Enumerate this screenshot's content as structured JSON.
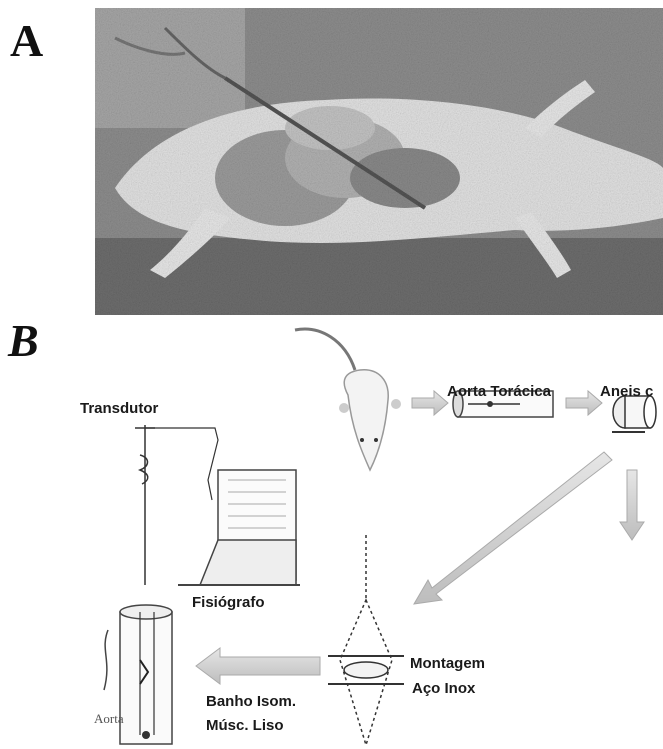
{
  "panels": {
    "a": "A",
    "b": "B"
  },
  "photo": {
    "description_icon": "rat-dissection-photo"
  },
  "labels": {
    "transdutor": "Transdutor",
    "aorta_toracica": "Aorta Torácica",
    "aneis": "Aneis c",
    "fisiografo": "Fisiógrafo",
    "montagem": "Montagem",
    "aco_inox": "Aço Inox",
    "banho": "Banho Isom.",
    "musc_liso": "Músc. Liso",
    "aorta": "Aorta"
  },
  "colors": {
    "arrow_fill": "#cfcfcf",
    "line": "#333333"
  }
}
